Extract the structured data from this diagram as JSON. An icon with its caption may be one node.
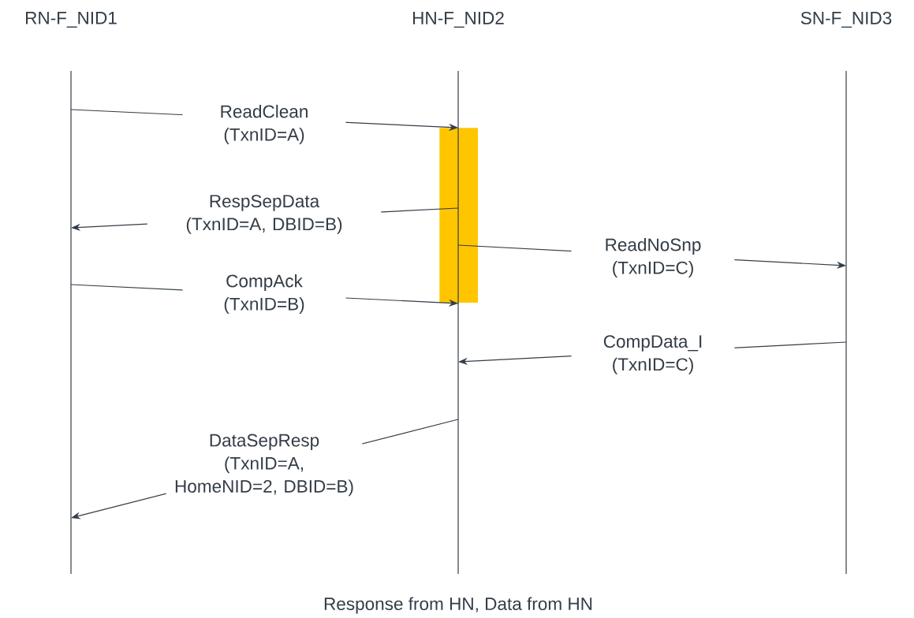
{
  "diagram": {
    "caption": "Response from HN, Data from HN",
    "nodes": [
      {
        "text": [
          "RN-F_NID1"
        ]
      },
      {
        "text": [
          "HN-F_NID2"
        ]
      },
      {
        "text": [
          "SN-F_NID3"
        ]
      },
      {
        "text": [],
        "shape": "bar",
        "in": 1
      }
    ],
    "edges": [
      {
        "from": 0,
        "to": 3,
        "arrow": "to",
        "label": "ReadClean (TxnID=A)"
      },
      {
        "from": 3,
        "to": 0,
        "arrow": "to",
        "label": "RespSepData (TxnID=A, DBID=B)"
      },
      {
        "from": 3,
        "to": 2,
        "arrow": "to",
        "label": "ReadNoSnp (TxnID=C)"
      },
      {
        "from": 0,
        "to": 3,
        "arrow": "to",
        "label": "CompAck (TxnID=B)"
      },
      {
        "from": 2,
        "to": 1,
        "arrow": "to",
        "label": "CompData_I (TxnID=C)"
      },
      {
        "from": 1,
        "to": 0,
        "arrow": "to",
        "label": "DataSepResp (TxnID=A, HomeNID=2, DBID=B)"
      }
    ]
  }
}
